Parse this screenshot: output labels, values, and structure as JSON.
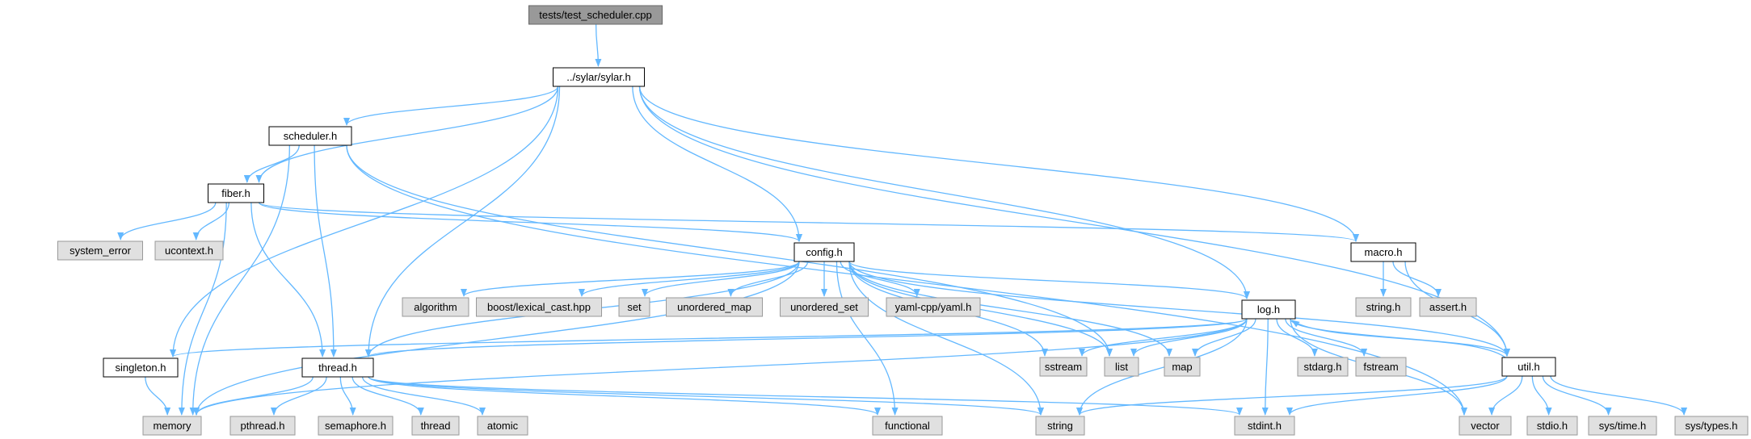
{
  "graph": {
    "colors": {
      "edge": "#63b8ff",
      "root_fill": "#999999",
      "root_stroke": "#666666",
      "header_fill": "#ffffff",
      "header_stroke": "#000000",
      "system_fill": "#e0e0e0",
      "system_stroke": "#999999"
    },
    "nodes": [
      {
        "id": "root",
        "label": "tests/test_scheduler.cpp",
        "kind": "root"
      },
      {
        "id": "sylar",
        "label": "../sylar/sylar.h",
        "kind": "header"
      },
      {
        "id": "scheduler",
        "label": "scheduler.h",
        "kind": "header"
      },
      {
        "id": "fiber",
        "label": "fiber.h",
        "kind": "header"
      },
      {
        "id": "system_error",
        "label": "system_error",
        "kind": "system"
      },
      {
        "id": "ucontext",
        "label": "ucontext.h",
        "kind": "system"
      },
      {
        "id": "config",
        "label": "config.h",
        "kind": "header"
      },
      {
        "id": "macro",
        "label": "macro.h",
        "kind": "header"
      },
      {
        "id": "string_h",
        "label": "string.h",
        "kind": "system"
      },
      {
        "id": "assert_h",
        "label": "assert.h",
        "kind": "system"
      },
      {
        "id": "algorithm",
        "label": "algorithm",
        "kind": "system"
      },
      {
        "id": "lexical",
        "label": "boost/lexical_cast.hpp",
        "kind": "system"
      },
      {
        "id": "set",
        "label": "set",
        "kind": "system"
      },
      {
        "id": "unordered_map",
        "label": "unordered_map",
        "kind": "system"
      },
      {
        "id": "unordered_set",
        "label": "unordered_set",
        "kind": "system"
      },
      {
        "id": "yaml",
        "label": "yaml-cpp/yaml.h",
        "kind": "system"
      },
      {
        "id": "log",
        "label": "log.h",
        "kind": "header"
      },
      {
        "id": "singleton",
        "label": "singleton.h",
        "kind": "header"
      },
      {
        "id": "thread",
        "label": "thread.h",
        "kind": "header"
      },
      {
        "id": "sstream",
        "label": "sstream",
        "kind": "system"
      },
      {
        "id": "list",
        "label": "list",
        "kind": "system"
      },
      {
        "id": "map",
        "label": "map",
        "kind": "system"
      },
      {
        "id": "stdarg",
        "label": "stdarg.h",
        "kind": "system"
      },
      {
        "id": "fstream",
        "label": "fstream",
        "kind": "system"
      },
      {
        "id": "util",
        "label": "util.h",
        "kind": "header"
      },
      {
        "id": "memory",
        "label": "memory",
        "kind": "system"
      },
      {
        "id": "pthread",
        "label": "pthread.h",
        "kind": "system"
      },
      {
        "id": "semaphore",
        "label": "semaphore.h",
        "kind": "system"
      },
      {
        "id": "thread_sys",
        "label": "thread",
        "kind": "system"
      },
      {
        "id": "atomic",
        "label": "atomic",
        "kind": "system"
      },
      {
        "id": "functional",
        "label": "functional",
        "kind": "system"
      },
      {
        "id": "string",
        "label": "string",
        "kind": "system"
      },
      {
        "id": "stdint",
        "label": "stdint.h",
        "kind": "system"
      },
      {
        "id": "vector",
        "label": "vector",
        "kind": "system"
      },
      {
        "id": "stdio",
        "label": "stdio.h",
        "kind": "system"
      },
      {
        "id": "systime",
        "label": "sys/time.h",
        "kind": "system"
      },
      {
        "id": "systypes",
        "label": "sys/types.h",
        "kind": "system"
      }
    ],
    "edges": [
      [
        "root",
        "sylar"
      ],
      [
        "sylar",
        "scheduler"
      ],
      [
        "sylar",
        "fiber"
      ],
      [
        "sylar",
        "config"
      ],
      [
        "sylar",
        "macro"
      ],
      [
        "sylar",
        "log"
      ],
      [
        "sylar",
        "singleton"
      ],
      [
        "sylar",
        "thread"
      ],
      [
        "sylar",
        "util"
      ],
      [
        "scheduler",
        "fiber"
      ],
      [
        "scheduler",
        "thread"
      ],
      [
        "scheduler",
        "memory"
      ],
      [
        "scheduler",
        "list"
      ],
      [
        "scheduler",
        "vector"
      ],
      [
        "fiber",
        "system_error"
      ],
      [
        "fiber",
        "ucontext"
      ],
      [
        "fiber",
        "config"
      ],
      [
        "fiber",
        "macro"
      ],
      [
        "fiber",
        "thread"
      ],
      [
        "fiber",
        "memory"
      ],
      [
        "config",
        "algorithm"
      ],
      [
        "config",
        "lexical"
      ],
      [
        "config",
        "set"
      ],
      [
        "config",
        "unordered_map"
      ],
      [
        "config",
        "unordered_set"
      ],
      [
        "config",
        "yaml"
      ],
      [
        "config",
        "log"
      ],
      [
        "config",
        "thread"
      ],
      [
        "config",
        "memory"
      ],
      [
        "config",
        "sstream"
      ],
      [
        "config",
        "list"
      ],
      [
        "config",
        "map"
      ],
      [
        "config",
        "functional"
      ],
      [
        "config",
        "string"
      ],
      [
        "config",
        "util"
      ],
      [
        "macro",
        "string_h"
      ],
      [
        "macro",
        "assert_h"
      ],
      [
        "macro",
        "util"
      ],
      [
        "log",
        "singleton"
      ],
      [
        "log",
        "thread"
      ],
      [
        "log",
        "memory"
      ],
      [
        "log",
        "sstream"
      ],
      [
        "log",
        "list"
      ],
      [
        "log",
        "map"
      ],
      [
        "log",
        "stdarg"
      ],
      [
        "log",
        "fstream"
      ],
      [
        "log",
        "util"
      ],
      [
        "log",
        "string"
      ],
      [
        "log",
        "stdint"
      ],
      [
        "log",
        "vector"
      ],
      [
        "singleton",
        "memory"
      ],
      [
        "thread",
        "memory"
      ],
      [
        "thread",
        "pthread"
      ],
      [
        "thread",
        "semaphore"
      ],
      [
        "thread",
        "thread_sys"
      ],
      [
        "thread",
        "atomic"
      ],
      [
        "thread",
        "functional"
      ],
      [
        "thread",
        "string"
      ],
      [
        "thread",
        "stdint"
      ],
      [
        "util",
        "log"
      ],
      [
        "util",
        "vector"
      ],
      [
        "util",
        "string"
      ],
      [
        "util",
        "stdint"
      ],
      [
        "util",
        "stdio"
      ],
      [
        "util",
        "systime"
      ],
      [
        "util",
        "systypes"
      ]
    ]
  }
}
